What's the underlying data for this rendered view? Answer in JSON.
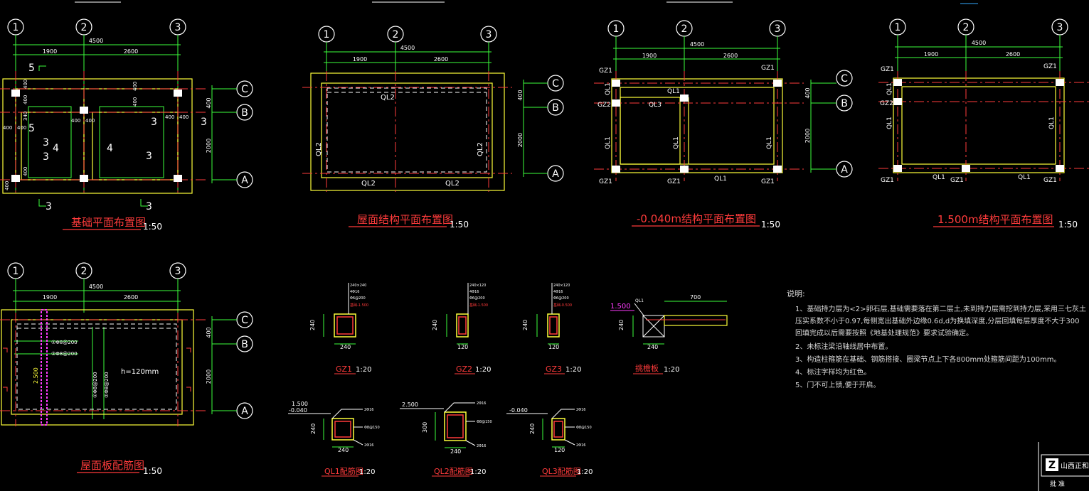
{
  "axes": {
    "a1": "1",
    "a2": "2",
    "a3": "3",
    "aA": "A",
    "aB": "B",
    "aC": "C"
  },
  "dims": {
    "total": "4500",
    "d1": "1900",
    "d2": "2600",
    "d400": "400",
    "d2000": "2000",
    "d240": "240",
    "d120": "120",
    "d340": "340",
    "d300": "300",
    "d700": "700"
  },
  "labels": {
    "ql1": "QL1",
    "ql2": "QL2",
    "ql3": "QL3",
    "gz1": "GZ1",
    "gz2": "GZ2",
    "s3": "3",
    "s4": "4",
    "s5": "5",
    "h120": "h=120mm",
    "elev_1500": "1.500",
    "elev_m0040": "-0.040",
    "elev_2500": "2.500",
    "rebar_a": "①Φ8@200",
    "rebar_b": "②Φ8@200"
  },
  "titles": {
    "t1": "基础平面布置图",
    "t2": "屋面结构平面布置图",
    "t3": "-0.040m结构平面布置图",
    "t4": "1.500m结构平面布置图",
    "t5": "屋面板配筋图",
    "scale": "1:50",
    "scale20": "1:20"
  },
  "details": {
    "gz1": "GZ1",
    "gz2": "GZ2",
    "gz3": "GZ3",
    "tb": "挑檐板",
    "ql1": "QL1配筋图",
    "ql2": "QL2配筋图",
    "ql3": "QL3配筋图"
  },
  "notes": {
    "head": "说明:",
    "n1": "1、基础持力层为<2>卵石层,基础需要落在第二层土,未到持力层需挖到持力层,采用三七灰土",
    "n1b": "压实系数不小于0.97,每侧宽出基础外边缘0.6d,d为换填深度,分层回填每层厚度不大于300",
    "n1c": "回填完成以后需要按照《地基处理规范》要求试验确定。",
    "n2": "2、未标注梁沿轴线居中布置。",
    "n3": "3、构造柱箍筋在基础、钢筋搭接、圈梁节点上下各800mm处箍筋间距为100mm。",
    "n4": "4、标注字样均为红色。",
    "n5": "5、门不可上锁,便于开启。"
  },
  "titleblock": {
    "company": "山西正和",
    "row": "批 准",
    "logo": "Z"
  },
  "colors": {
    "red": "#ff3b3b",
    "yellow": "#ffff3a",
    "green": "#3cff3c",
    "white": "#ffffff",
    "magenta": "#ff3cff",
    "gray": "#d8d8d8"
  }
}
